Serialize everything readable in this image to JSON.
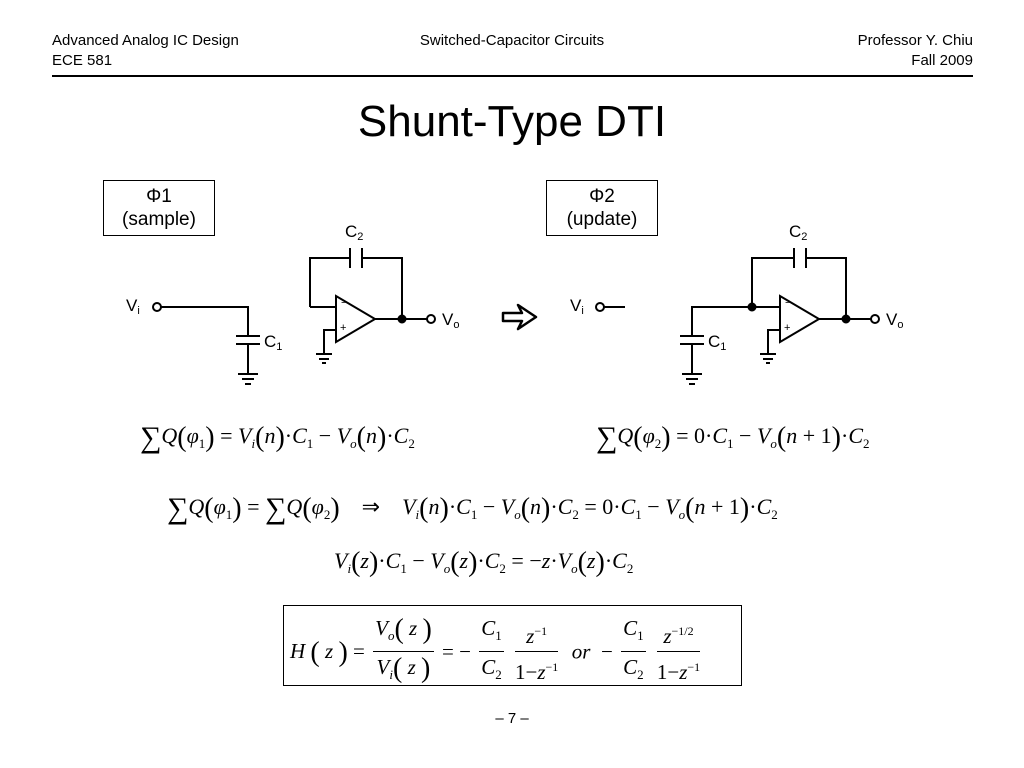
{
  "header": {
    "course": "Advanced Analog IC Design",
    "code": "ECE 581",
    "topic": "Switched-Capacitor Circuits",
    "professor": "Professor Y. Chiu",
    "term": "Fall 2009"
  },
  "title": "Shunt-Type DTI",
  "phase1": {
    "name": "Φ1",
    "desc": "(sample)"
  },
  "phase2": {
    "name": "Φ2",
    "desc": "(update)"
  },
  "labels": {
    "c1_base": "C",
    "c1_sub": "1",
    "c2_base": "C",
    "c2_sub": "2",
    "vi_base": "V",
    "vi_sub": "i",
    "vo_base": "V",
    "vo_sub": "o",
    "minus": "−",
    "plus": "+"
  },
  "page_number": "– 7 –"
}
